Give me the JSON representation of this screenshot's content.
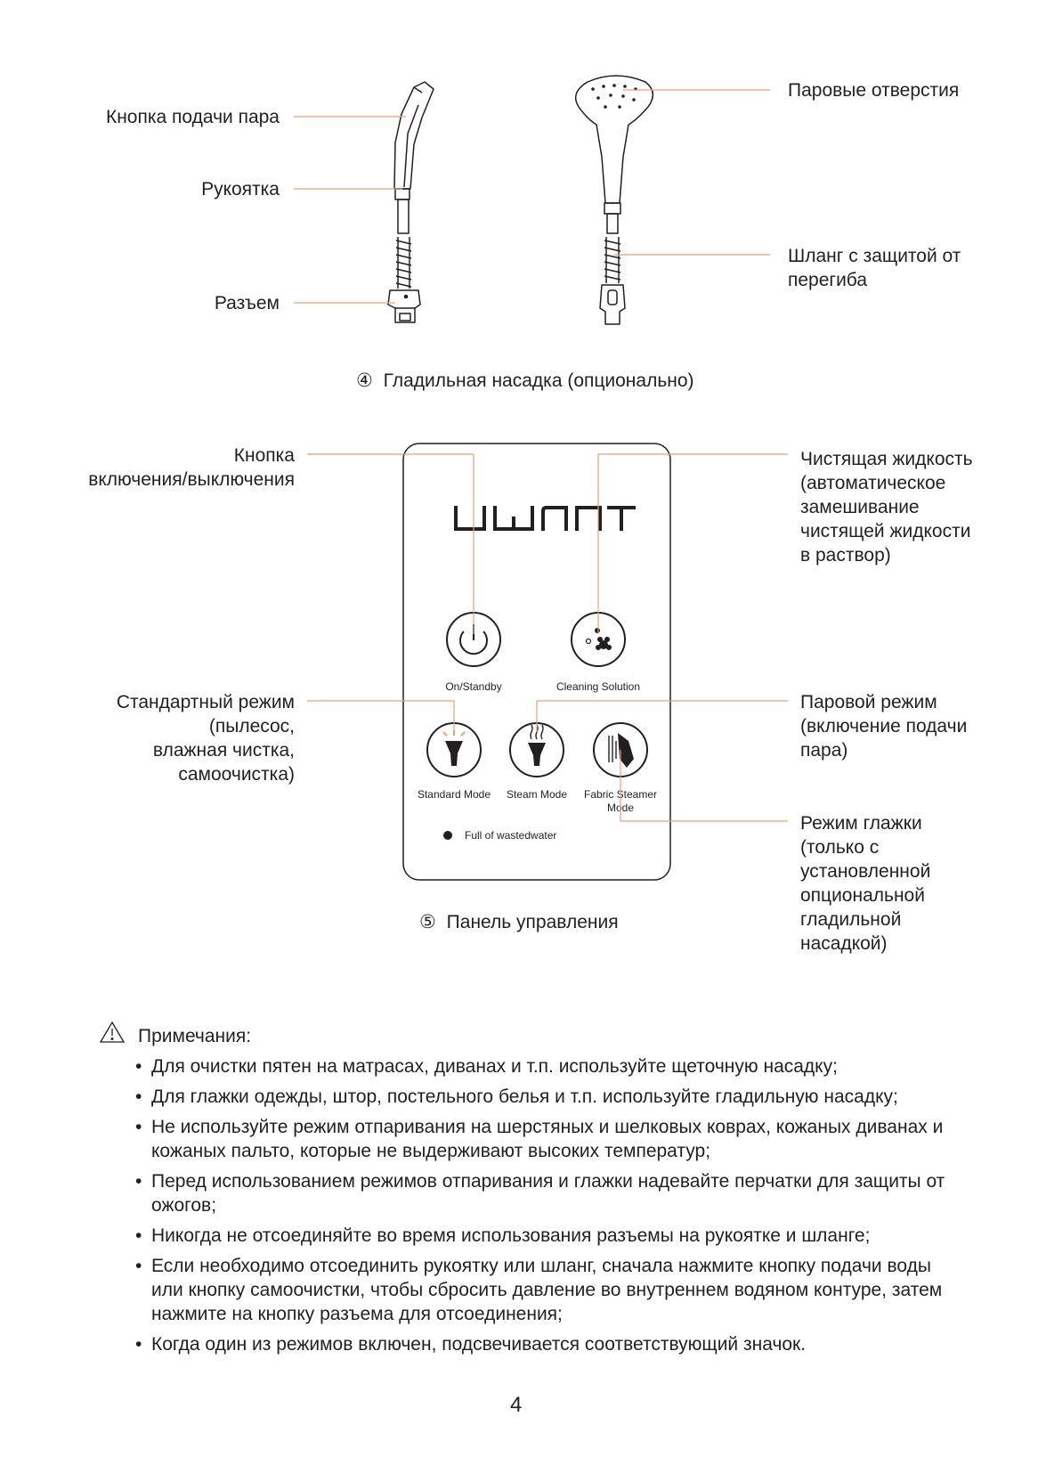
{
  "iron_attachment": {
    "labels": {
      "steam_button": "Кнопка подачи пара",
      "handle": "Рукоятка",
      "connector": "Разъем",
      "steam_holes": "Паровые отверстия",
      "hose_line1": "Шланг с защитой от",
      "hose_line2": "перегиба"
    },
    "caption_num": "④",
    "caption": "Гладильная насадка (опционально)"
  },
  "control_panel": {
    "brand": "UWANT",
    "buttons": {
      "on_standby": "On/Standby",
      "cleaning_solution": "Cleaning Solution",
      "standard_mode": "Standard Mode",
      "steam_mode": "Steam Mode",
      "fabric_steamer_line1": "Fabric Steamer",
      "fabric_steamer_line2": "Mode"
    },
    "indicator": "Full of wastedwater",
    "labels": {
      "power_line1": "Кнопка",
      "power_line2": "включения/выключения",
      "cleaning_line1": "Чистящая жидкость",
      "cleaning_line2": "(автоматическое",
      "cleaning_line3": "замешивание",
      "cleaning_line4": "чистящей жидкости",
      "cleaning_line5": "в раствор)",
      "standard_line1": "Стандартный режим",
      "standard_line2": "(пылесос,",
      "standard_line3": "влажная чистка,",
      "standard_line4": "самоочистка)",
      "steam_line1": "Паровой режим",
      "steam_line2": "(включение подачи",
      "steam_line3": "пара)",
      "ironing_line1": "Режим глажки",
      "ironing_line2": "(только с",
      "ironing_line3": "установленной",
      "ironing_line4": "опциональной",
      "ironing_line5": "гладильной",
      "ironing_line6": "насадкой)"
    },
    "caption_num": "⑤",
    "caption": "Панель управления"
  },
  "notes": {
    "title": "Примечания:",
    "items": [
      "Для очистки пятен на матрасах, диванах и т.п. используйте щеточную насадку;",
      "Для глажки одежды, штор, постельного белья и т.п. используйте гладильную насадку;",
      "Не используйте режим отпаривания на шерстяных и шелковых коврах, кожаных диванах и кожаных пальто, которые не выдерживают высоких температур;",
      "Перед использованием режимов отпаривания и глажки надевайте перчатки для защиты от ожогов;",
      "Никогда не отсоединяйте во время использования разъемы на рукоятке и шланге;",
      "Если необходимо отсоединить рукоятку или шланг, сначала нажмите кнопку подачи воды или кнопку самоочистки, чтобы сбросить давление во внутреннем водяном контуре, затем нажмите на кнопку разъема для отсоединения;",
      "Когда один из режимов включен, подсвечивается соответствующий значок."
    ]
  },
  "page_number": "4",
  "colors": {
    "leader": "#e8a073",
    "ink": "#231f20"
  }
}
